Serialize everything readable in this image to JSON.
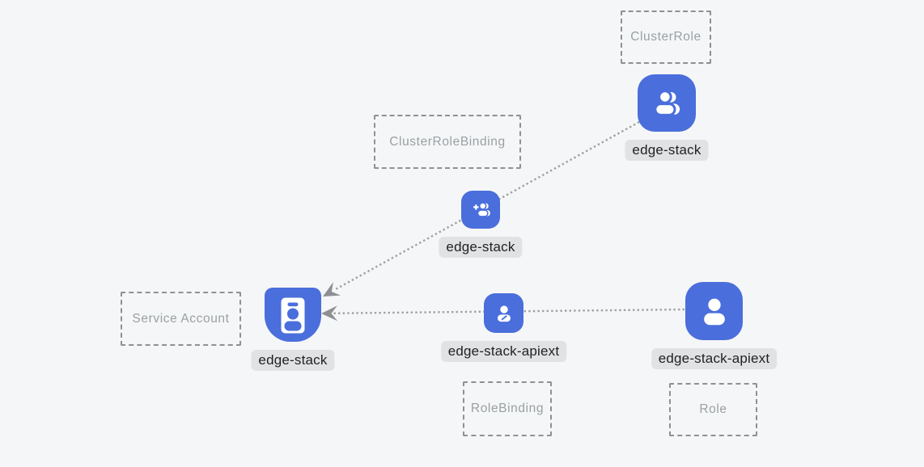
{
  "diagram": {
    "kind": "kubernetes-rbac-relationship",
    "background": "#f5f6f7"
  },
  "colors": {
    "icon_blue": "#4a6edb",
    "label_bg": "#e1e2e4",
    "label_text": "#1e2022",
    "box_border": "#8e9194",
    "box_text": "#9aa0a3",
    "dotted_line": "#a0a0a0",
    "arrowhead": "#8d9093"
  },
  "type_boxes": [
    {
      "label": "ClusterRole"
    },
    {
      "label": "ClusterRoleBinding"
    },
    {
      "label": "Service Account"
    },
    {
      "label": "RoleBinding"
    },
    {
      "label": "Role"
    }
  ],
  "nodes": [
    {
      "label": "edge-stack",
      "kind": "ClusterRole",
      "icon": "group-icon"
    },
    {
      "label": "edge-stack",
      "kind": "ClusterRoleBinding",
      "icon": "person-add-icon"
    },
    {
      "label": "edge-stack",
      "kind": "ServiceAccount",
      "icon": "id-badge-icon"
    },
    {
      "label": "edge-stack-apiext",
      "kind": "RoleBinding",
      "icon": "person-edit-icon"
    },
    {
      "label": "edge-stack-apiext",
      "kind": "Role",
      "icon": "person-icon"
    }
  ],
  "edges": [
    {
      "from": "edge-stack (ClusterRole)",
      "through": "edge-stack (ClusterRoleBinding)",
      "to": "edge-stack (ServiceAccount)",
      "style": "dotted",
      "arrowhead_at": "service-account"
    },
    {
      "from": "edge-stack-apiext (Role)",
      "through": "edge-stack-apiext (RoleBinding)",
      "to": "edge-stack (ServiceAccount)",
      "style": "dotted",
      "arrowhead_at": "service-account"
    }
  ]
}
